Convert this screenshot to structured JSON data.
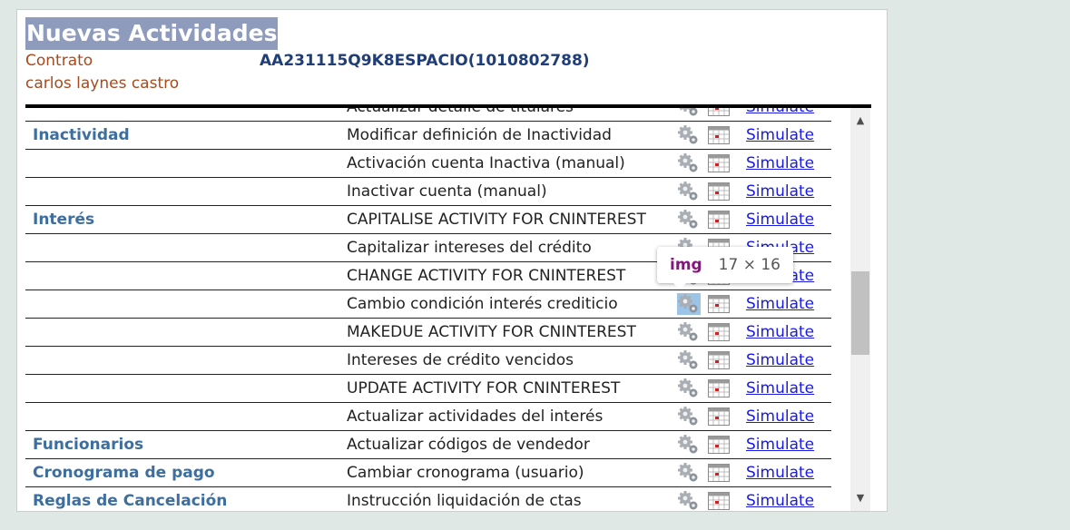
{
  "header": {
    "title": "Nuevas Actividades",
    "contract_label": "Contrato",
    "contract_value": "AA231115Q9K8ESPACIO(1010802788)",
    "customer_name": "carlos laynes castro"
  },
  "rows": [
    {
      "product": "",
      "description": "Actualizar detalle de titulares",
      "link": "Simulate"
    },
    {
      "product": "Inactividad",
      "description": "Modificar definición de Inactividad",
      "link": "Simulate"
    },
    {
      "product": "",
      "description": "Activación cuenta Inactiva (manual)",
      "link": "Simulate"
    },
    {
      "product": "",
      "description": "Inactivar cuenta (manual)",
      "link": "Simulate"
    },
    {
      "product": "Interés",
      "description": "CAPITALISE ACTIVITY FOR CNINTEREST",
      "link": "Simulate"
    },
    {
      "product": "",
      "description": "Capitalizar intereses del crédito",
      "link": "Simulate"
    },
    {
      "product": "",
      "description": "CHANGE ACTIVITY FOR CNINTEREST",
      "link": "Simulate"
    },
    {
      "product": "",
      "description": "Cambio condición interés crediticio",
      "link": "Simulate"
    },
    {
      "product": "",
      "description": "MAKEDUE ACTIVITY FOR CNINTEREST",
      "link": "Simulate"
    },
    {
      "product": "",
      "description": "Intereses de crédito vencidos",
      "link": "Simulate"
    },
    {
      "product": "",
      "description": "UPDATE ACTIVITY FOR CNINTEREST",
      "link": "Simulate"
    },
    {
      "product": "",
      "description": "Actualizar actividades del interés",
      "link": "Simulate"
    },
    {
      "product": "Funcionarios",
      "description": "Actualizar códigos de vendedor",
      "link": "Simulate"
    },
    {
      "product": "Cronograma de pago",
      "description": "Cambiar cronograma (usuario)",
      "link": "Simulate"
    },
    {
      "product": "Reglas de Cancelación",
      "description": "Instrucción liquidación de ctas",
      "link": "Simulate"
    }
  ],
  "tooltip": {
    "tag": "img",
    "size": "17 × 16"
  },
  "icons": {
    "gear": "gear-icon",
    "calendar": "calendar-icon"
  },
  "colors": {
    "product": "#3d6e9e",
    "contract_label": "#a84a1c",
    "link": "#1a1ae6",
    "title_bg": "#8e9bbd"
  }
}
